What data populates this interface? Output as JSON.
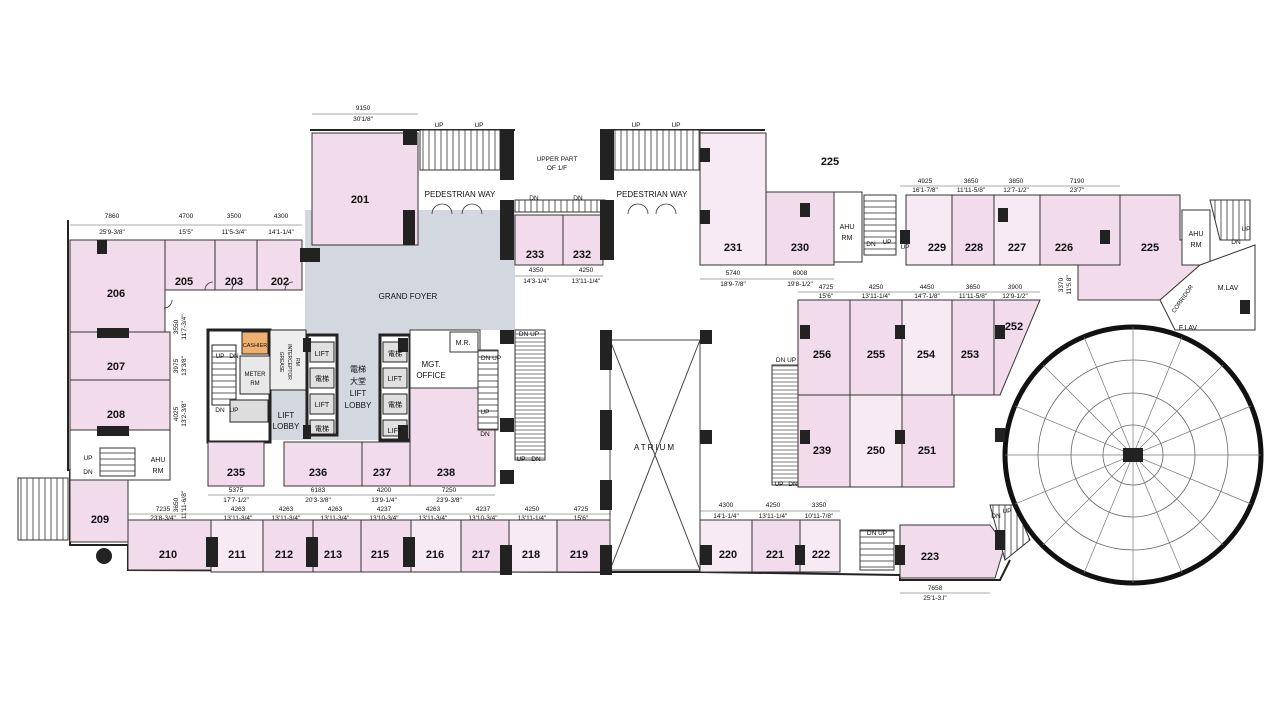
{
  "colors": {
    "unit": "#f2dceb",
    "unit_light": "#f7eaf3",
    "grey": "#d3d7e0",
    "cashier": "#f0b070",
    "wall": "#222222",
    "text": "#111111"
  },
  "units": {
    "201": "201",
    "202": "202",
    "203": "203",
    "205": "205",
    "206": "206",
    "207": "207",
    "208": "208",
    "209": "209",
    "210": "210",
    "211": "211",
    "212": "212",
    "213": "213",
    "215": "215",
    "216": "216",
    "217": "217",
    "218": "218",
    "219": "219",
    "220": "220",
    "221": "221",
    "222": "222",
    "223": "223",
    "225": "225",
    "226": "226",
    "227": "227",
    "228": "228",
    "229": "229",
    "230": "230",
    "231": "231",
    "232": "232",
    "233": "233",
    "235": "235",
    "236": "236",
    "237": "237",
    "238": "238",
    "239": "239",
    "250": "250",
    "251": "251",
    "252": "252",
    "253": "253",
    "254": "254",
    "255": "255",
    "256": "256",
    "22x": "225"
  },
  "labels": {
    "grand_foyer": "GRAND FOYER",
    "atrium": "ATRIUM",
    "pedestrian_way": "PEDESTRIAN WAY",
    "upper_part_1": "UPPER PART",
    "upper_part_2": "OF 1/F",
    "mgt_office_1": "MGT.",
    "mgt_office_2": "OFFICE",
    "mr": "M.R.",
    "lift": "LIFT",
    "lift_lobby_1": "LIFT",
    "lift_lobby_2": "LOBBY",
    "chinese_lift": "電梯",
    "chinese_lobby_1": "電梯",
    "chinese_lobby_2": "大堂",
    "cashier": "CASHIER",
    "meter_rm_1": "METER",
    "meter_rm_2": "RM",
    "grease_1": "GREASE",
    "grease_2": "INTERCEPTOR",
    "grease_3": "RM",
    "ahu_1": "AHU",
    "ahu_2": "RM",
    "corridor": "CORRIDOR",
    "m_lav": "M.LAV",
    "f_lav": "F.LAV",
    "up": "UP",
    "dn": "DN",
    "dn_up": "DN UP"
  },
  "dims": {
    "d9150": "9150",
    "d9150i": "30'1/8\"",
    "d7860": "7860",
    "d7860i": "25'9-3/8\"",
    "d4700": "4700",
    "d4700i": "15'5\"",
    "d3500": "3500",
    "d3500i": "11'5-3/4\"",
    "d4300a": "4300",
    "d4300ai": "14'1-1/4\"",
    "d4350": "4350",
    "d4350i": "14'3-1/4\"",
    "d4250a": "4250",
    "d4250ai": "13'11-1/4\"",
    "d5740": "5740",
    "d5740i": "18'9-7/8\"",
    "d6008": "6008",
    "d6008i": "19'8-1/2\"",
    "d4925": "4925",
    "d4925i": "16'1-7/8\"",
    "d3650a": "3650",
    "d3650ai": "11'11-5/8\"",
    "d3850": "3850",
    "d3850i": "12'7-1/2\"",
    "d7190": "7190",
    "d7190i": "23'7\"",
    "d4725a": "4725",
    "d4725ai": "15'6\"",
    "d4250b": "4250",
    "d4250bi": "13'11-1/4\"",
    "d4450": "4450",
    "d4450i": "14'7-1/8\"",
    "d3650b": "3650",
    "d3650bi": "11'11-5/8\"",
    "d3900": "3900",
    "d3900i": "12'9-1/2\"",
    "d3370": "3370",
    "d3370i": "11'5.8\"",
    "d3550": "3550",
    "d3550i": "11'7-3/4\"",
    "d3975": "3975",
    "d3975i": "13'3/8\"",
    "d4025": "4025",
    "d4025i": "13'2-3/8\"",
    "d3650c": "3650",
    "d3650ci": "11'11-6/8\"",
    "d5375": "5375",
    "d5375i": "17'7-1/2\"",
    "d6183": "6183",
    "d6183i": "20'3-3/8\"",
    "d4200": "4200",
    "d4200i": "13'9-1/4\"",
    "d7250": "7250",
    "d7250i": "23'9-3/8\"",
    "d7235": "7235",
    "d7235i": "23'8-3/4\"",
    "d4263a": "4263",
    "d4263ai": "13'11-3/4\"",
    "d4263b": "4263",
    "d4263bi": "13'11-3/4\"",
    "d4263c": "4263",
    "d4263ci": "13'11-3/4\"",
    "d4237a": "4237",
    "d4237ai": "13'10-3/4\"",
    "d4263d": "4263",
    "d4263di": "13'11-3/4\"",
    "d4237b": "4237",
    "d4237bi": "13'10-3/4\"",
    "d4250c": "4250",
    "d4250ci": "13'11-1/4\"",
    "d4725b": "4725",
    "d4725bi": "15'6\"",
    "d4300b": "4300",
    "d4300bi": "14'1-1/4\"",
    "d4250d": "4250",
    "d4250di": "13'11-1/4\"",
    "d3350": "3350",
    "d3350i": "10'11-7/8\"",
    "d7658": "7658",
    "d7658i": "25'1-3.l\""
  }
}
